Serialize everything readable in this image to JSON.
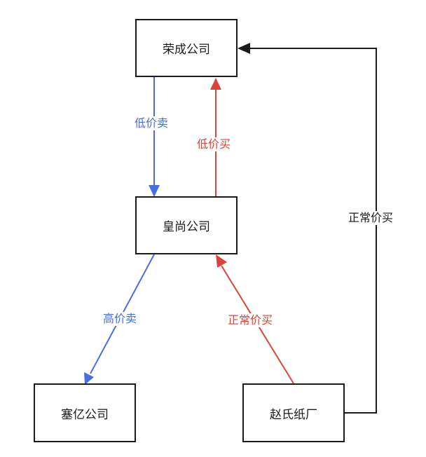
{
  "colors": {
    "blue": "#4a6ee0",
    "red": "#d9453b",
    "black": "#1a1a1a"
  },
  "nodes": {
    "rongcheng": "荣成公司",
    "huangshang": "皇尚公司",
    "saiyi": "塞亿公司",
    "zhaoshi": "赵氏纸厂"
  },
  "edges": [
    {
      "from": "荣成公司",
      "to": "皇尚公司",
      "label": "低价卖",
      "color": "blue"
    },
    {
      "from": "皇尚公司",
      "to": "荣成公司",
      "label": "低价买",
      "color": "red"
    },
    {
      "from": "皇尚公司",
      "to": "塞亿公司",
      "label": "高价卖",
      "color": "blue"
    },
    {
      "from": "赵氏纸厂",
      "to": "皇尚公司",
      "label": "正常价买",
      "color": "red"
    },
    {
      "from": "赵氏纸厂",
      "to": "荣成公司",
      "label": "正常价买",
      "color": "black"
    }
  ]
}
